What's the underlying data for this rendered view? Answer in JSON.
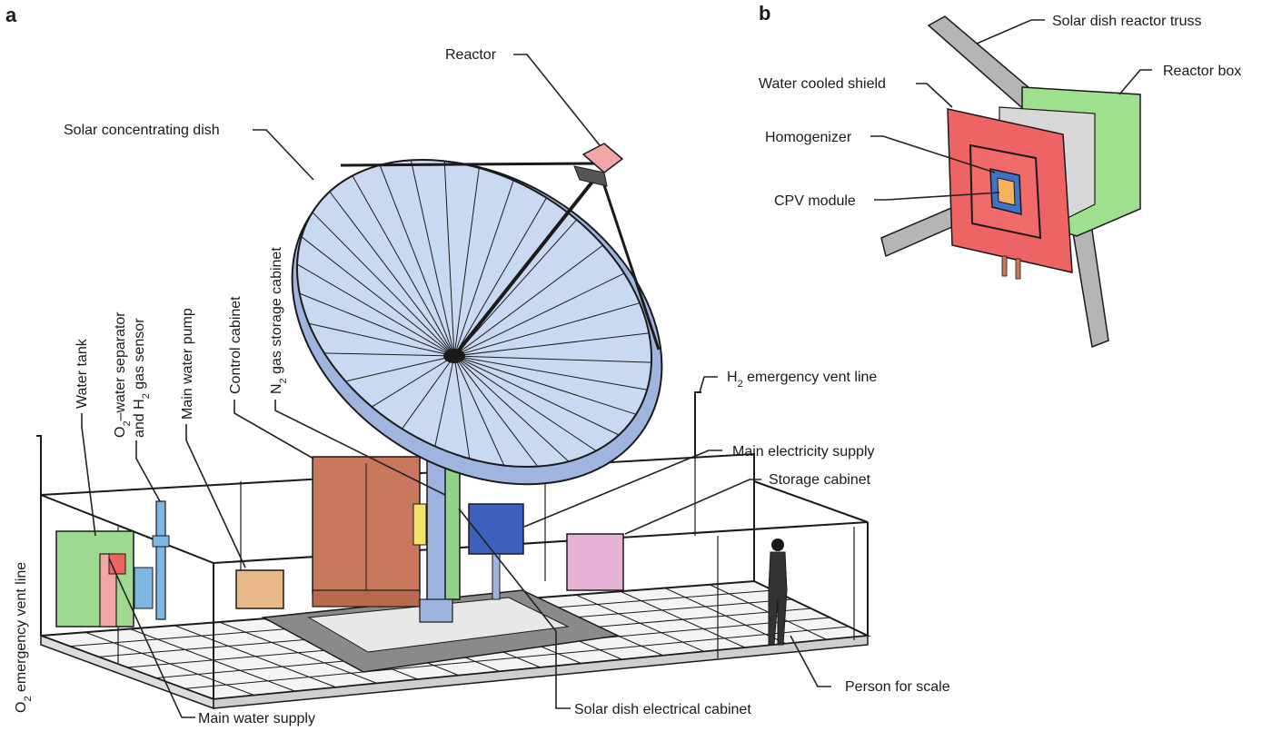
{
  "panels": {
    "a": "a",
    "b": "b"
  },
  "labels": {
    "reactor": "Reactor",
    "solar_dish": "Solar concentrating dish",
    "h2_vent_text": "H",
    "h2_vent_sub": "2",
    "h2_vent_rest": " emergency vent line",
    "main_electricity": "Main electricity supply",
    "storage_cabinet": "Storage cabinet",
    "person": "Person for scale",
    "dish_electrical": "Solar dish electrical cabinet",
    "main_water_supply": "Main water supply",
    "o2_vent_pre": "O",
    "o2_vent_sub": "2",
    "o2_vent_rest": " emergency vent line",
    "water_tank": "Water tank",
    "separator_l1_pre": "O",
    "separator_l1_sub": "2",
    "separator_l1_rest": "–water separator",
    "separator_l2_pre": "and H",
    "separator_l2_sub": "2",
    "separator_l2_rest": " gas sensor",
    "main_water_pump": "Main water pump",
    "control_cabinet": "Control cabinet",
    "n2_pre": "N",
    "n2_sub": "2",
    "n2_rest": " gas storage cabinet"
  },
  "labels_b": {
    "truss": "Solar dish reactor truss",
    "reactor_box": "Reactor box",
    "shield": "Water cooled shield",
    "homogenizer": "Homogenizer",
    "cpv": "CPV module"
  },
  "colors": {
    "dish": "#c9d9f2",
    "dish_rim": "#9fb5e0",
    "pole": "#9fb3df",
    "control_cabinet": "#c8795d",
    "n2_cabinet": "#92d38a",
    "electrical_cabinet": "#3f5fbf",
    "storage_cabinet": "#e6b3d6",
    "water_tank": "#9fd98f",
    "pump": "#e9b98a",
    "separator": "#7fb7e3",
    "reactor": "#f2a7a7",
    "shield": "#ee6363",
    "reactor_box": "#9ee08e",
    "truss": "#b5b5b5",
    "cpv": "#f4b25c",
    "homogenizer": "#3f73c8"
  }
}
